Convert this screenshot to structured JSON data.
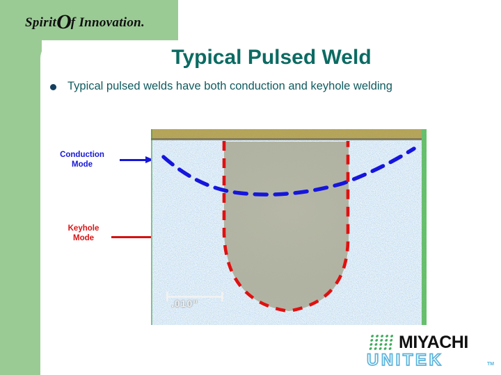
{
  "slide": {
    "title": "Typical Pulsed Weld",
    "bullets": [
      "Typical pulsed welds have both conduction and keyhole welding"
    ]
  },
  "header": {
    "tagline_part1": "Spirit",
    "tagline_o": "O",
    "tagline_part2": "f Innovation."
  },
  "annotations": {
    "conduction": {
      "line1": "Conduction",
      "line2": "Mode",
      "color": "#1717d8"
    },
    "keyhole": {
      "line1": "Keyhole",
      "line2": "Mode",
      "color": "#d51111"
    }
  },
  "micrograph": {
    "scale_bar_label": ".010\"",
    "conduction_zone_color": "#1515dd",
    "keyhole_zone_color": "#e01010",
    "mount_band_color": "#a89236",
    "edge_strip_color": "#2fa832"
  },
  "brand": {
    "name_top": "MIYACHI",
    "name_bottom": "UNITEK",
    "trademark": "TM",
    "dot_color": "#3fab5c",
    "unitek_color": "#5ab4dd"
  },
  "theme": {
    "green": "#9bcb95",
    "title_teal": "#0b6b63",
    "body_teal": "#0f5b5f",
    "bullet_navy": "#13405e"
  }
}
